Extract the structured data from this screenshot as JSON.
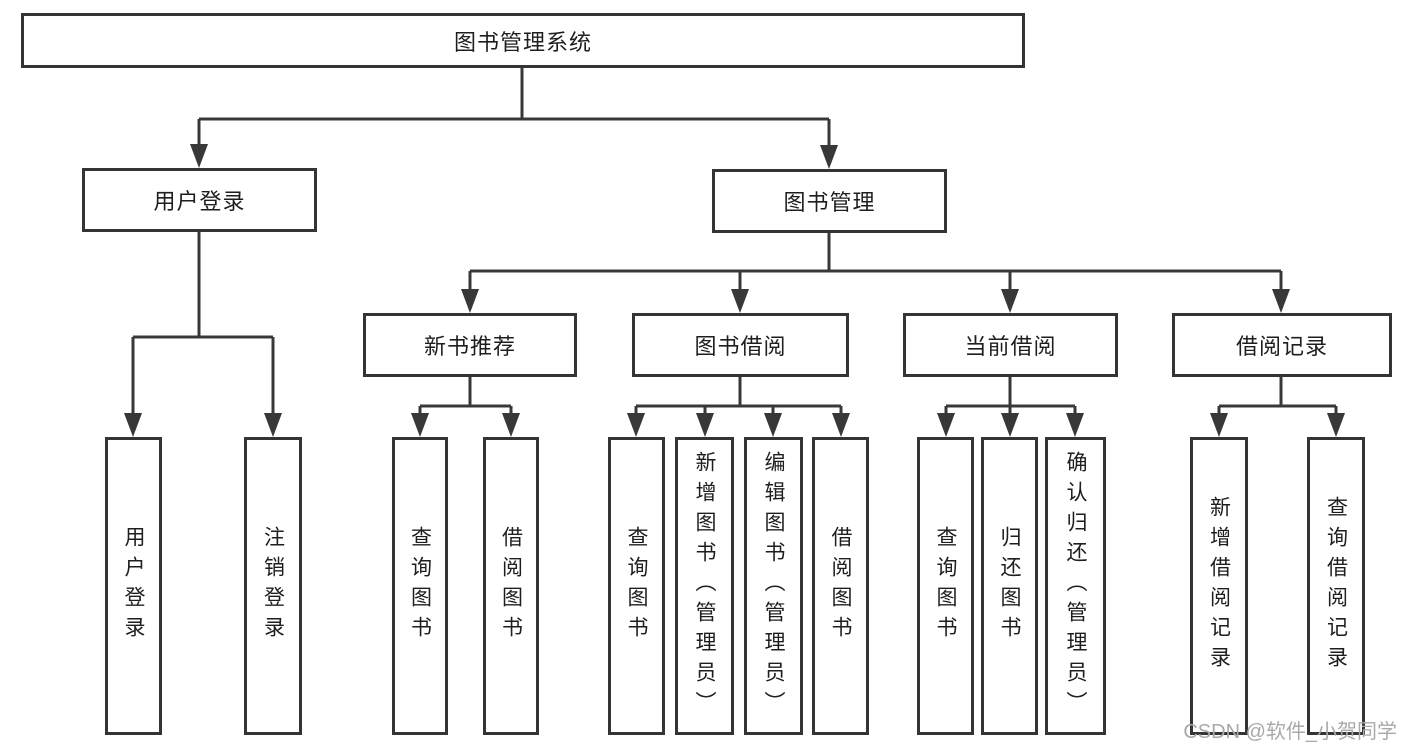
{
  "tree": {
    "root": {
      "label": "图书管理系统"
    },
    "branches": [
      {
        "label": "用户登录",
        "children": [
          {
            "label": "用户登录"
          },
          {
            "label": "注销登录"
          }
        ]
      },
      {
        "label": "图书管理",
        "children": [
          {
            "label": "新书推荐",
            "children": [
              {
                "label": "查询图书"
              },
              {
                "label": "借阅图书"
              }
            ]
          },
          {
            "label": "图书借阅",
            "children": [
              {
                "label": "查询图书"
              },
              {
                "label": "新增图书（管理员）"
              },
              {
                "label": "编辑图书（管理员）"
              },
              {
                "label": "借阅图书"
              }
            ]
          },
          {
            "label": "当前借阅",
            "children": [
              {
                "label": "查询图书"
              },
              {
                "label": "归还图书"
              },
              {
                "label": "确认归还（管理员）"
              }
            ]
          },
          {
            "label": "借阅记录",
            "children": [
              {
                "label": "新增借阅记录"
              },
              {
                "label": "查询借阅记录"
              }
            ]
          }
        ]
      }
    ]
  },
  "watermark": {
    "text": "CSDN @软件_小贺同学"
  },
  "colors": {
    "connector": "#383838",
    "box_border": "#343434",
    "label_text": "#1e1e1e",
    "watermark_text": "#a9a9a9",
    "background": "#ffffff"
  }
}
